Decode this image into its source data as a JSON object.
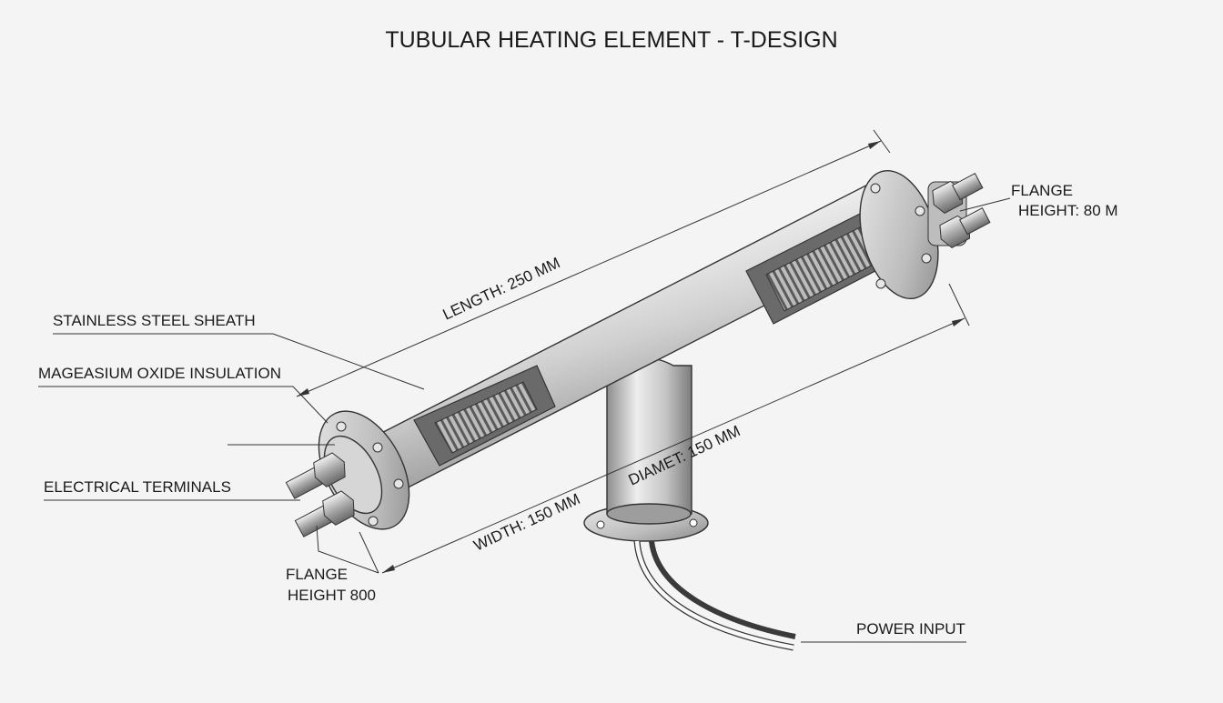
{
  "title": "TUBULAR HEATING ELEMENT - T-DESIGN",
  "labels": {
    "sheath": "STAINLESS STEEL SHEATH",
    "insulation": "MAGEASIUM OXIDE INSULATION",
    "terminals": "ELECTRICAL TERMINALS",
    "flange_left_line1": "FLANGE",
    "flange_left_line2": "HEIGHT 800",
    "flange_right_line1": "FLANGE",
    "flange_right_line2": "HEIGHT: 80 M",
    "power_input": "POWER INPUT"
  },
  "dimensions": {
    "length": "LENGTH: 250 MM",
    "width": "WIDTH: 150 MM",
    "diameter": "DIAMET: 150 MM"
  },
  "colors": {
    "background": "#f4f4f4",
    "metal_light": "#eeeeee",
    "metal_mid": "#c8c8c8",
    "metal_dark": "#8f8f8f",
    "cable_dark": "#3a3a3a"
  }
}
